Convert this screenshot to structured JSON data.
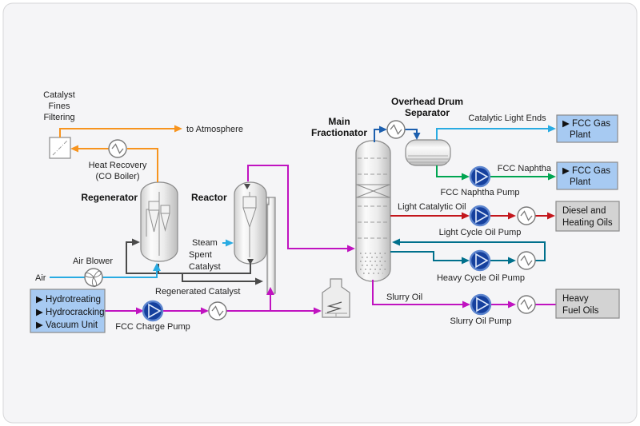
{
  "labels": {
    "catalyst_fines_filtering": [
      "Catalyst",
      "Fines",
      "Filtering"
    ],
    "to_atmosphere": "to Atmosphere",
    "heat_recovery": [
      "Heat Recovery",
      "(CO Boiler)"
    ],
    "regenerator": "Regenerator",
    "reactor": "Reactor",
    "air_blower": "Air Blower",
    "air": "Air",
    "steam": "Steam",
    "spent_catalyst": [
      "Spent",
      "Catalyst"
    ],
    "regenerated_catalyst": "Regenerated Catalyst",
    "fcc_charge_pump": "FCC Charge Pump",
    "main_fractionator": [
      "Main",
      "Fractionator"
    ],
    "overhead_drum_separator": [
      "Overhead Drum",
      "Separator"
    ],
    "catalytic_light_ends": "Catalytic Light Ends",
    "fcc_naphtha": "FCC Naphtha",
    "fcc_naphtha_pump": "FCC Naphtha Pump",
    "light_catalytic_oil": "Light Catalytic Oil",
    "light_cycle_oil_pump": "Light Cycle Oil Pump",
    "heavy_cycle_oil_pump": "Heavy Cycle Oil Pump",
    "slurry_oil": "Slurry Oil",
    "slurry_oil_pump": "Slurry Oil Pump"
  },
  "boxes": {
    "feed_units": {
      "lines": [
        "▶ Hydrotreating",
        "▶ Hydrocracking",
        "▶ Vacuum Unit"
      ]
    },
    "fcc_gas_plant_top": {
      "lines": [
        "▶ FCC Gas",
        "Plant"
      ]
    },
    "fcc_gas_plant_bottom": {
      "lines": [
        "▶ FCC Gas",
        "Plant"
      ]
    },
    "diesel_heating_oils": {
      "lines": [
        "Diesel and",
        "Heating Oils"
      ]
    },
    "heavy_fuel_oils": {
      "lines": [
        "Heavy",
        "Fuel Oils"
      ]
    }
  },
  "colors": {
    "flue_gas": "#F7941E",
    "air_steam": "#29ABE2",
    "catalyst": "#4A4A4A",
    "feed": "#C013C0",
    "overhead": "#1C5FAE",
    "naphtha": "#00A551",
    "light_oil": "#C3161C",
    "heavy_cycle": "#00708C",
    "box_blue": "#A7CAF2",
    "box_gray": "#D3D3D3",
    "pump_fill": "#15409E"
  }
}
